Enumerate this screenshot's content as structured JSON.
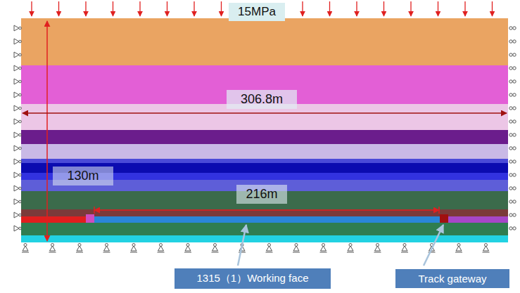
{
  "diagram": {
    "nodes": [
      {
        "text": [
          "15MPa"
        ]
      },
      {
        "text": [
          "306.8m"
        ]
      },
      {
        "text": [
          "130m"
        ]
      },
      {
        "text": [
          "216m"
        ]
      },
      {
        "text": [
          "1315（1）Working face"
        ]
      },
      {
        "text": [
          "Track gateway"
        ]
      }
    ]
  }
}
